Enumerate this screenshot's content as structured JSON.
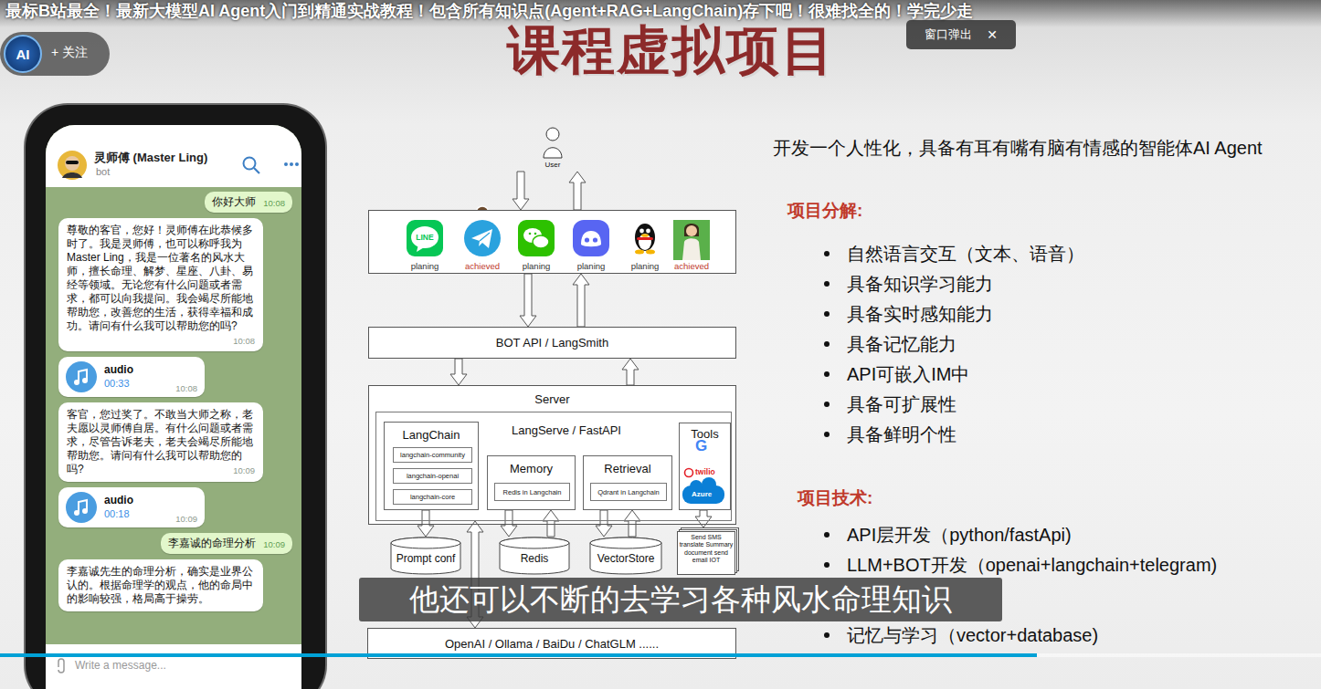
{
  "diagram": {
    "title": "课程虚拟项目",
    "caption": "他还可以不断的去学习各种风水命理知识",
    "nodes": [
      {
        "text": [
          "+ 关注"
        ]
      },
      {
        "text": [
          "AI"
        ],
        "in": 0
      },
      {
        "text": [
          "窗口弹出",
          "✕"
        ]
      },
      {
        "text": [
          "灵师傅 (Master Ling)",
          "bot"
        ]
      },
      {
        "text": [
          "你好大师",
          "10:08"
        ],
        "in": 3
      },
      {
        "text": [
          "尊敬的客官，您好！灵师傅在此恭候多时了。我是灵师傅，也可以称呼我为Master Ling，我是一位著名的风水大师，擅长命理、解梦、星座、八卦、易经等领域。无论您有什么问题或者需求，都可以向我提问。我会竭尽所能地帮助您，改善您的生活，获得幸福和成功。请问有什么我可以帮助您的吗?",
          "10:08"
        ],
        "in": 3
      },
      {
        "text": [
          "audio",
          "00:33",
          "10:08"
        ],
        "in": 3
      },
      {
        "text": [
          "客官，您过奖了。不敢当大师之称，老夫愿以灵师傅自居。有什么问题或者需求，尽管告诉老夫，老夫会竭尽所能地帮助您。请问有什么我可以帮助您的吗?",
          "10:09"
        ],
        "in": 3
      },
      {
        "text": [
          "audio",
          "00:18",
          "10:09"
        ],
        "in": 3
      },
      {
        "text": [
          "李嘉诚的命理分析",
          "10:09"
        ],
        "in": 3
      },
      {
        "text": [
          "李嘉诚先生的命理分析，确实是业界公认的。根据命理学的观点，他的命局中的影响较强，格局高于操劳。"
        ],
        "in": 3
      },
      {
        "text": [
          "Write a message..."
        ],
        "in": 3
      },
      {
        "text": [
          "User"
        ]
      },
      {
        "text": []
      },
      {
        "text": [
          "LINE",
          "planing"
        ],
        "in": 13
      },
      {
        "text": [
          "achieved"
        ],
        "in": 13
      },
      {
        "text": [
          "planing"
        ],
        "in": 13
      },
      {
        "text": [
          "planing"
        ],
        "in": 13
      },
      {
        "text": [
          "planing"
        ],
        "in": 13
      },
      {
        "text": [
          "achieved"
        ],
        "in": 13
      },
      {
        "text": [
          "BOT API / LangSmith"
        ]
      },
      {
        "text": [
          "Server"
        ]
      },
      {
        "text": [
          "LangServe / FastAPI"
        ],
        "in": 21
      },
      {
        "text": [
          "LangChain"
        ],
        "in": 22
      },
      {
        "text": [
          "langchain-community"
        ],
        "in": 23
      },
      {
        "text": [
          "langchain-openai"
        ],
        "in": 23
      },
      {
        "text": [
          "langchain-core"
        ],
        "in": 23
      },
      {
        "text": [
          "Memory"
        ],
        "in": 22
      },
      {
        "text": [
          "Redis in Langchain"
        ],
        "in": 27
      },
      {
        "text": [
          "Retrieval"
        ],
        "in": 22
      },
      {
        "text": [
          "Qdrant in Langchain"
        ],
        "in": 29
      },
      {
        "text": [
          "Tools"
        ],
        "in": 22
      },
      {
        "text": [
          "Prompt conf"
        ]
      },
      {
        "text": [
          "Redis"
        ]
      },
      {
        "text": [
          "VectorStore"
        ]
      },
      {
        "text": [
          "Send SMS translate Summary document send email IOT"
        ]
      },
      {
        "text": [
          "OpenAI / Ollama / BaiDu / ChatGLM ......"
        ]
      }
    ],
    "edges": [
      {
        "from": 12,
        "to": 13,
        "arrow": "to"
      },
      {
        "from": 13,
        "to": 12,
        "arrow": "to"
      },
      {
        "from": 13,
        "to": 20,
        "arrow": "to"
      },
      {
        "from": 20,
        "to": 13,
        "arrow": "to"
      },
      {
        "from": 20,
        "to": 21,
        "arrow": "to"
      },
      {
        "from": 21,
        "to": 20,
        "arrow": "to"
      },
      {
        "from": 23,
        "to": 32,
        "arrow": "to"
      },
      {
        "from": 27,
        "to": 33,
        "arrow": "to"
      },
      {
        "from": 33,
        "to": 27,
        "arrow": "to"
      },
      {
        "from": 29,
        "to": 34,
        "arrow": "to"
      },
      {
        "from": 34,
        "to": 29,
        "arrow": "to"
      },
      {
        "from": 31,
        "to": 35,
        "arrow": "to"
      },
      {
        "from": 36,
        "to": 22,
        "arrow": "both"
      }
    ],
    "labels": [
      "最标B站最全！最新大模型AI Agent入门到精通实战教程！包含所有知识点(Agent+RAG+LangChain)存下吧！很难找全的！学完少走",
      "G",
      "twilio",
      "Azure",
      "开发一个人性化，具备有耳有嘴有脑有情感的智能体AI Agent",
      "项目分解:",
      "自然语言交互（文本、语音）",
      "具备知识学习能力",
      "具备实时感知能力",
      "具备记忆能力",
      "API可嵌入IM中",
      "具备可扩展性",
      "具备鲜明个性",
      "项目技术:",
      "API层开发（python/fastApi)",
      "LLM+BOT开发（openai+langchain+telegram)",
      "记忆与学习（vector+database)"
    ]
  }
}
